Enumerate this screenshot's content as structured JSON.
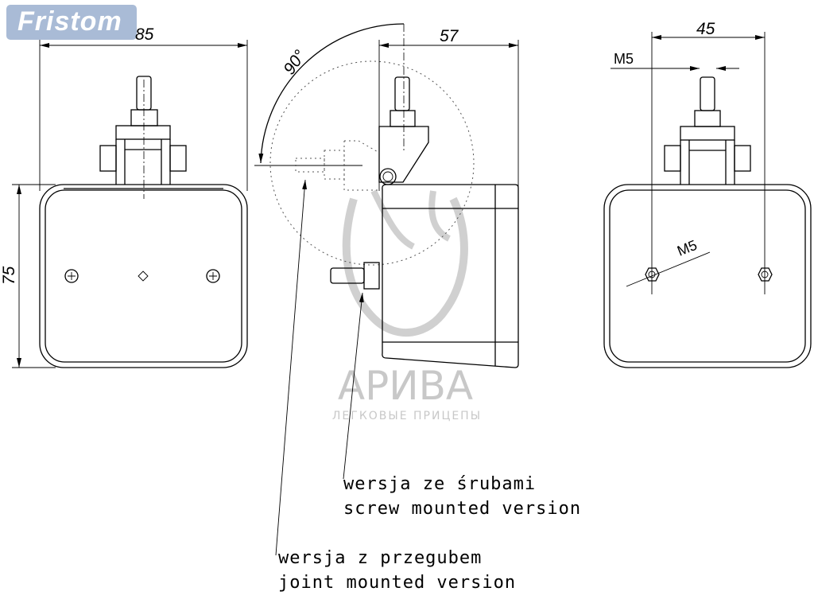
{
  "logo": {
    "text": "Fristom",
    "color": "#a9bbd6"
  },
  "dimensions": {
    "front_width": "85",
    "front_height": "75",
    "side_depth": "57",
    "rotation_angle": "90°",
    "rear_spacing": "45",
    "rear_thread_top": "M5",
    "rear_thread_nut": "M5"
  },
  "notes": {
    "screw_pl": "wersja ze śrubami",
    "screw_en": "screw mounted version",
    "joint_pl": "wersja z przegubem",
    "joint_en": "joint mounted version"
  },
  "watermark": {
    "title": "АРИВА",
    "subtitle": "ЛЕГКОВЫЕ ПРИЦЕПЫ"
  }
}
